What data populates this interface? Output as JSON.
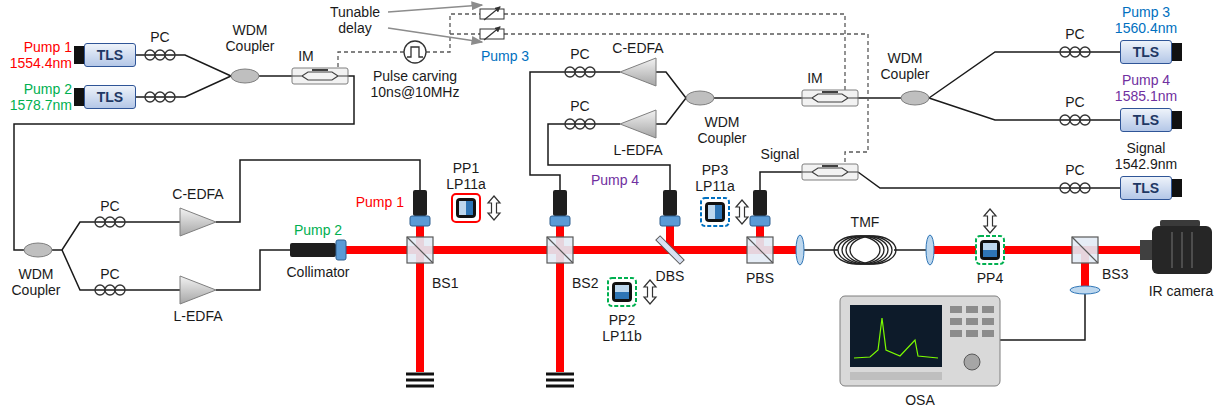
{
  "diagram": {
    "nodes": [
      {
        "text": [
          "TLS"
        ]
      },
      {
        "text": [
          "TLS"
        ]
      },
      {
        "text": [
          "TLS"
        ]
      },
      {
        "text": [
          "TLS"
        ]
      },
      {
        "text": [
          "TLS"
        ]
      }
    ],
    "labels": [
      "Tunable delay",
      "Pump 1 1554.4nm",
      "Pump 2 1578.7nm",
      "PC",
      "WDM Coupler",
      "IM",
      "Pulse carving 10ns@10MHz",
      "Pump 3",
      "PC",
      "C-EDFA",
      "PC",
      "L-EDFA",
      "WDM Coupler",
      "IM",
      "WDM Coupler",
      "Pump 3 1560.4nm",
      "PC",
      "Pump 4 1585.1nm",
      "PC",
      "Signal 1542.9nm",
      "PC",
      "Signal",
      "Pump 1",
      "PP1 LP11a",
      "Pump 4",
      "PP2 LP11b",
      "PP3 LP11a",
      "Pump 2",
      "Collimator",
      "BS1",
      "BS2",
      "DBS",
      "PBS",
      "TMF",
      "PP4",
      "BS3",
      "IR camera",
      "OSA",
      "WDM Coupler",
      "PC",
      "C-EDFA",
      "PC",
      "L-EDFA"
    ]
  }
}
